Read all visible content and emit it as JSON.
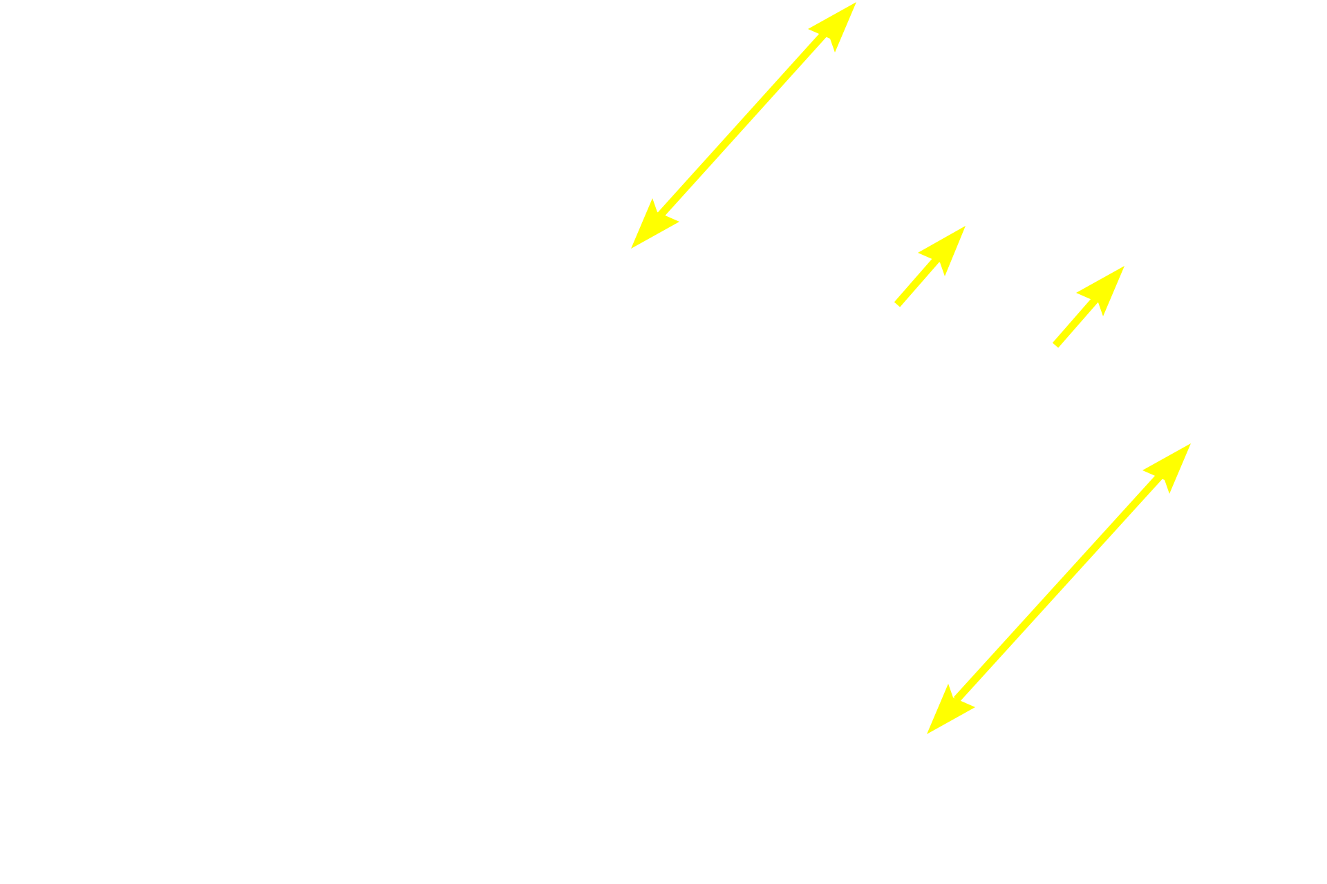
{
  "canvas": {
    "background_color": "#ffffff"
  },
  "arrows": [
    {
      "id": "arrow-1",
      "kind": "double-headed",
      "color": "#ffff00"
    },
    {
      "id": "arrow-2",
      "kind": "single-headed",
      "color": "#ffff00"
    },
    {
      "id": "arrow-3",
      "kind": "single-headed",
      "color": "#ffff00"
    },
    {
      "id": "arrow-4",
      "kind": "double-headed",
      "color": "#ffff00"
    }
  ]
}
